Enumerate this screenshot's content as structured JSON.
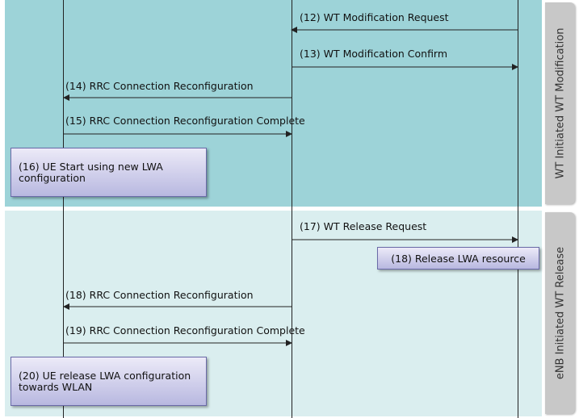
{
  "colors": {
    "top_band": "#9dd3d8",
    "bottom_band": "#daeeef",
    "box_fill_top": "#eceaf8",
    "box_fill_bottom": "#b8b8e0"
  },
  "sections": {
    "top_label": "WT Initiated WT Modification",
    "bottom_label": "eNB Initiated WT Release"
  },
  "messages": {
    "m12": "(12) WT Modification Request",
    "m13": "(13) WT Modification Confirm",
    "m14": "(14) RRC Connection Reconfiguration",
    "m15": "(15) RRC Connection Reconfiguration Complete",
    "m17": "(17) WT Release Request",
    "m18b": "(18) RRC Connection Reconfiguration",
    "m19": "(19) RRC Connection Reconfiguration Complete"
  },
  "boxes": {
    "b16_line1": "(16) UE Start using new LWA",
    "b16_line2": "configuration",
    "b18": "(18) Release LWA resource",
    "b20_line1": "(20) UE release LWA configuration",
    "b20_line2": "towards WLAN"
  }
}
